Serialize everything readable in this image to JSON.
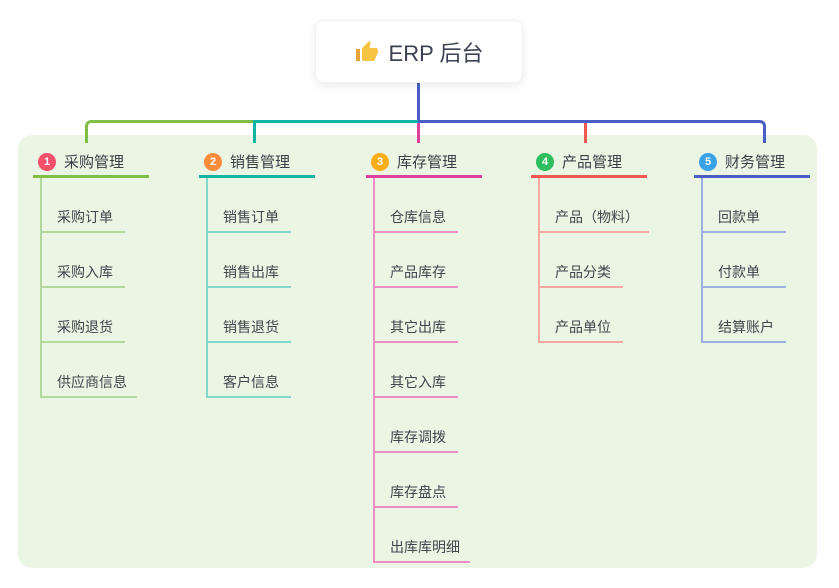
{
  "root": {
    "label": "ERP 后台",
    "icon": "thumbs-up-icon"
  },
  "colors": {
    "panel_bg": "#eaf5e4",
    "trunk": "#4a5ec5",
    "root_text": "#3b4150",
    "item_text": "#40454d"
  },
  "branches": [
    {
      "number": "1",
      "title": "采购管理",
      "badge_color": "#f4506a",
      "line_color": "#7fbf45",
      "sub_line_color": "#b3d89c",
      "items": [
        "采购订单",
        "采购入库",
        "采购退货",
        "供应商信息"
      ]
    },
    {
      "number": "2",
      "title": "销售管理",
      "badge_color": "#fb8c3c",
      "line_color": "#10b5a4",
      "sub_line_color": "#84d5cb",
      "items": [
        "销售订单",
        "销售出库",
        "销售退货",
        "客户信息"
      ]
    },
    {
      "number": "3",
      "title": "库存管理",
      "badge_color": "#fbae17",
      "line_color": "#e0409d",
      "sub_line_color": "#ef8ec3",
      "items": [
        "仓库信息",
        "产品库存",
        "其它出库",
        "其它入库",
        "库存调拨",
        "库存盘点",
        "出库库明细"
      ]
    },
    {
      "number": "4",
      "title": "产品管理",
      "badge_color": "#2ebd5f",
      "line_color": "#f25852",
      "sub_line_color": "#f8a8a3",
      "items": [
        "产品（物料）",
        "产品分类",
        "产品单位"
      ]
    },
    {
      "number": "5",
      "title": "财务管理",
      "badge_color": "#3aa2e8",
      "line_color": "#4a5ec5",
      "sub_line_color": "#9db0e2",
      "items": [
        "回款单",
        "付款单",
        "结算账户"
      ]
    }
  ]
}
